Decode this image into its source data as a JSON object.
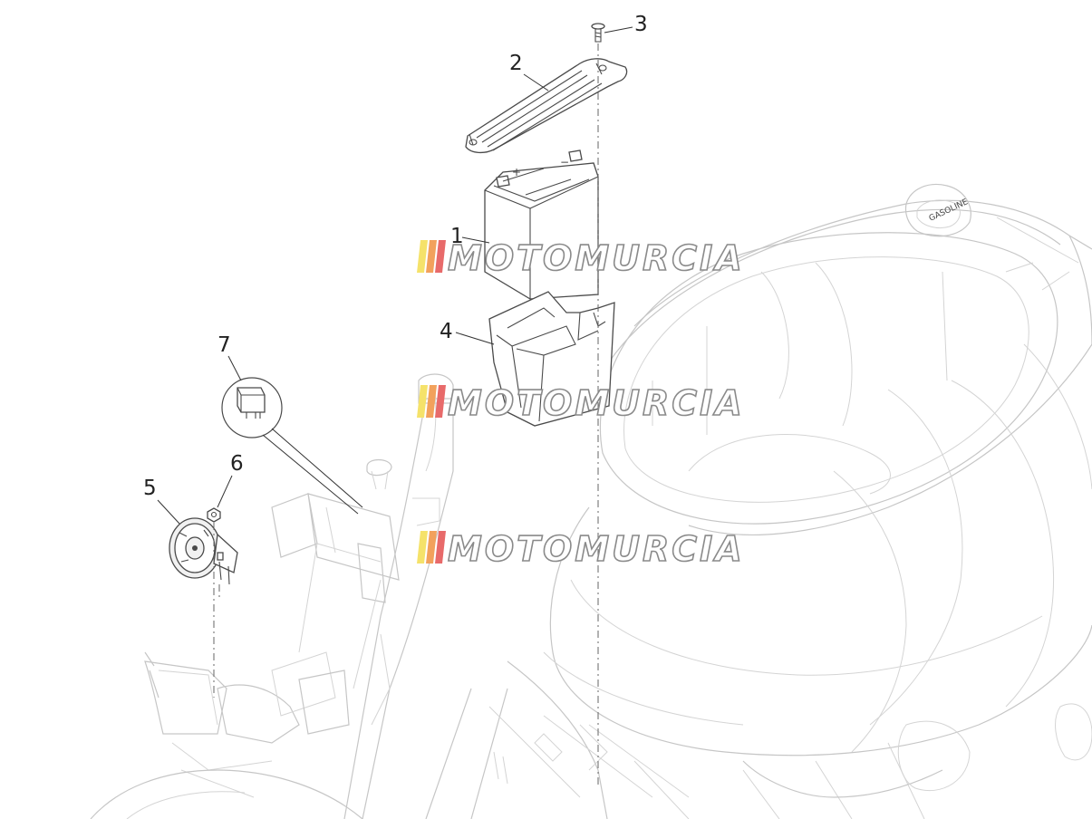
{
  "callouts": [
    {
      "id": "1",
      "label": "1"
    },
    {
      "id": "2",
      "label": "2"
    },
    {
      "id": "3",
      "label": "3"
    },
    {
      "id": "4",
      "label": "4"
    },
    {
      "id": "5",
      "label": "5"
    },
    {
      "id": "6",
      "label": "6"
    },
    {
      "id": "7",
      "label": "7"
    }
  ],
  "watermark": {
    "text": "MOTOMURCIA",
    "count": 3
  },
  "battery_symbols": {
    "plus": "+",
    "minus": "−"
  },
  "fuel_cap_text": "GASOLINE",
  "colors": {
    "line": "#4a4a4a",
    "frame": "#c6c6c6",
    "watermark_outline": "#8a8a8a",
    "stripe_yellow": "#f5e26a",
    "stripe_orange": "#f2a15c",
    "stripe_red": "#e86a6a"
  }
}
